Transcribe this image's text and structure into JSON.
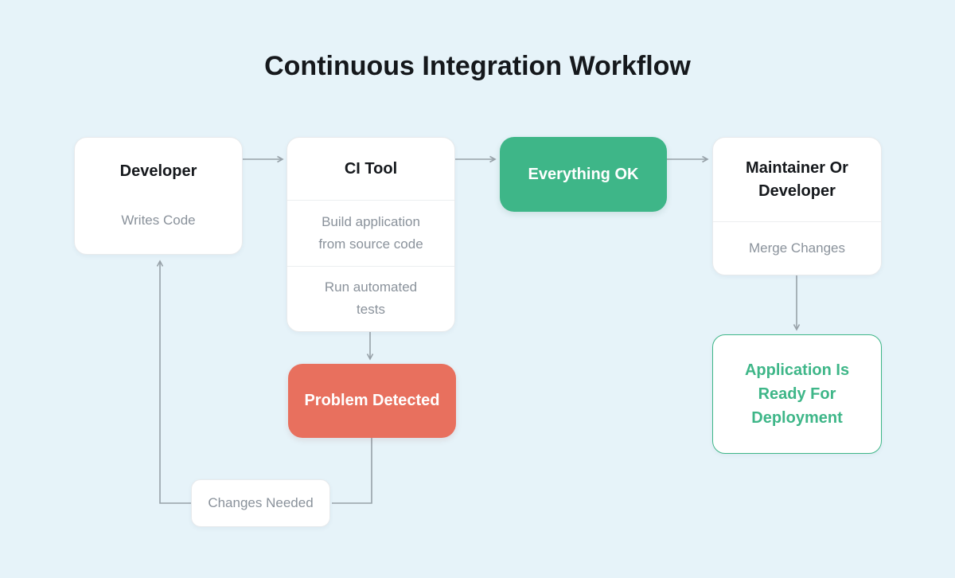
{
  "title": "Continuous Integration Workflow",
  "colors": {
    "background": "#E6F3F9",
    "success": "#3EB688",
    "danger": "#E8705E",
    "line": "#97A1A8",
    "text_dark": "#15181C",
    "text_muted": "#8A929B",
    "box_border": "#E7EAEC"
  },
  "nodes": {
    "developer": {
      "title": "Developer",
      "subtitle": "Writes Code"
    },
    "ci_tool": {
      "title": "CI Tool",
      "steps": [
        "Build application from source code",
        "Run automated tests"
      ]
    },
    "everything_ok": {
      "label": "Everything OK"
    },
    "maintainer": {
      "title": "Maintainer Or Developer",
      "subtitle": "Merge Changes"
    },
    "app_ready": {
      "label": "Application Is Ready For Deployment"
    },
    "problem_detected": {
      "label": "Problem Detected"
    },
    "changes_needed": {
      "label": "Changes Needed"
    }
  },
  "edges": [
    {
      "from": "developer",
      "to": "ci_tool"
    },
    {
      "from": "ci_tool",
      "to": "everything_ok"
    },
    {
      "from": "everything_ok",
      "to": "maintainer"
    },
    {
      "from": "maintainer",
      "to": "app_ready"
    },
    {
      "from": "ci_tool",
      "to": "problem_detected"
    },
    {
      "from": "problem_detected",
      "to": "changes_needed"
    },
    {
      "from": "changes_needed",
      "to": "developer"
    }
  ]
}
